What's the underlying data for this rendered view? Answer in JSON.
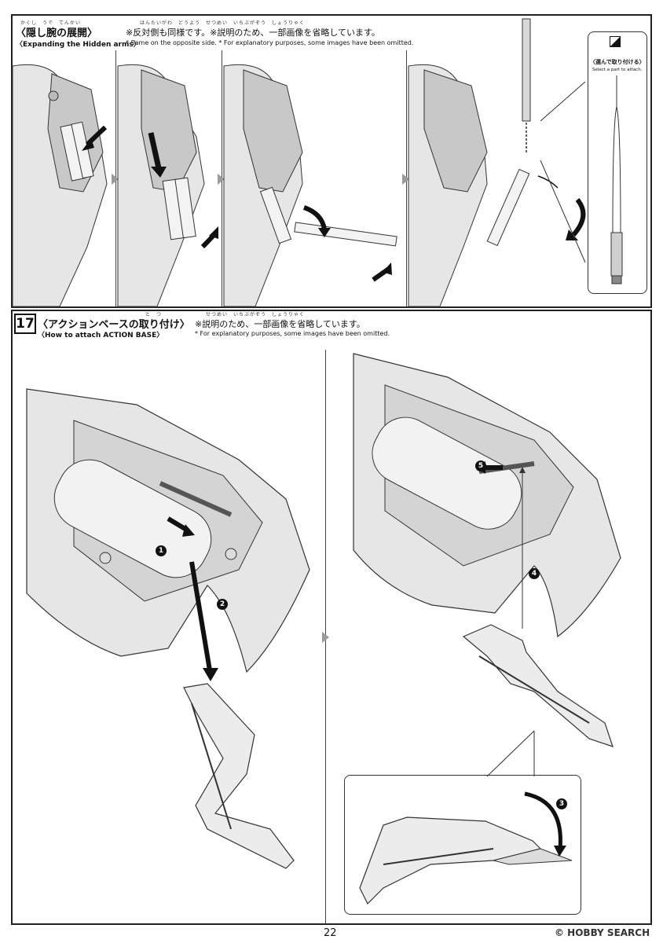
{
  "section_top": {
    "title_ja": "〈隠し腕の展開〉",
    "title_ja_ruby": "かくし　うで　てんかい",
    "title_en": "〈Expanding the Hidden arms〉",
    "note_ja": "※反対側も同様です。※説明のため、一部画像を省略しています。",
    "note_ja_ruby": "はんたいがわ　どうよう　せつめい　いちぶがぞう　しょうりゃく",
    "note_en": "* Same on the opposite side. * For explanatory purposes, some images have been omitted.",
    "choose_ja": "〈選んで取り付ける〉",
    "choose_en": "Select a part to attach."
  },
  "section_17": {
    "step_number": "17",
    "title_ja": "〈アクションベースの取り付け〉",
    "title_ja_ruby": "と　つ",
    "title_en": "〈How to attach ACTION BASE〉",
    "note_ja": "※説明のため、一部画像を省略しています。",
    "note_ja_ruby": "せつめい　いちぶがぞう　しょうりゃく",
    "note_en": "* For explanatory purposes, some images have been omitted.",
    "step_labels": [
      "1",
      "2",
      "3",
      "4",
      "5"
    ]
  },
  "footer": {
    "page_number": "22",
    "watermark": "© HOBBY SEARCH"
  },
  "colors": {
    "frame": "#222222",
    "part_fill": "#e6e6e6",
    "part_dark": "#b9b9b9",
    "arrow": "#111111",
    "step_arrow": "#9a9a9a"
  }
}
